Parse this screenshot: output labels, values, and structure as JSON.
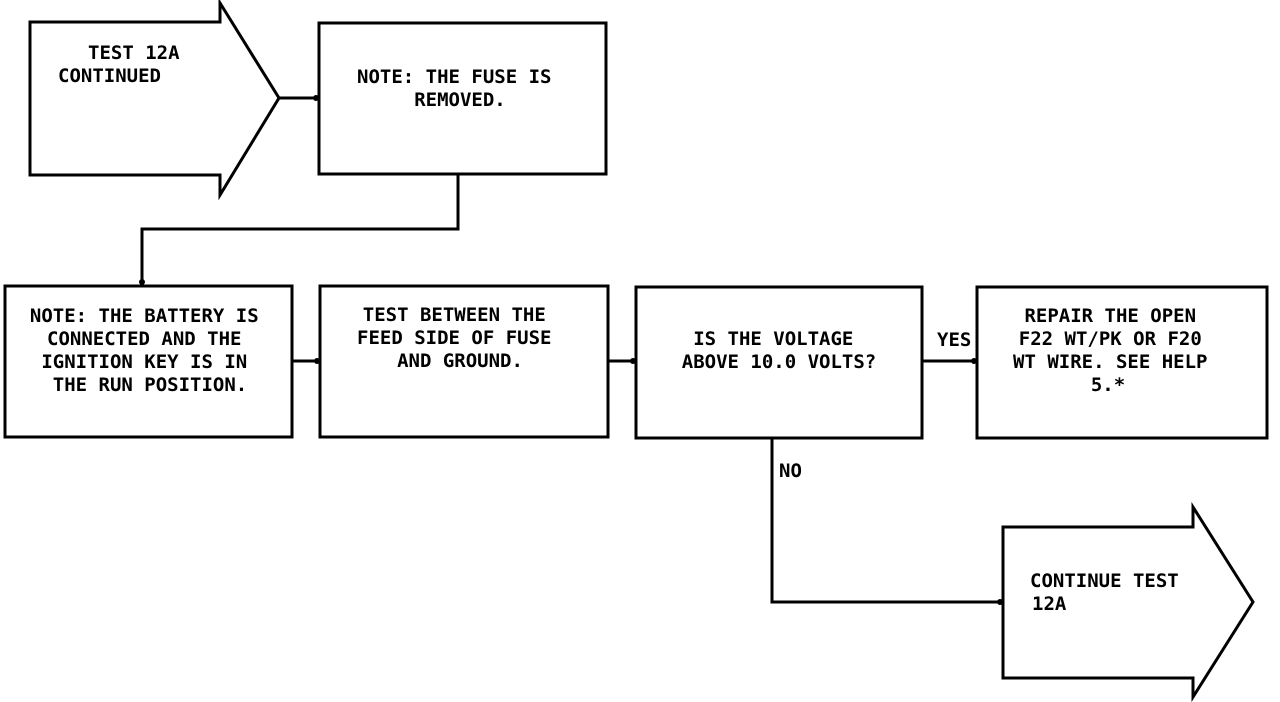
{
  "nodes": {
    "start": {
      "lines": [
        "TEST 12A",
        "CONTINUED"
      ]
    },
    "note_fuse": {
      "lines": [
        "NOTE: THE FUSE IS",
        "REMOVED."
      ]
    },
    "note_battery": {
      "lines": [
        "NOTE: THE BATTERY IS",
        "CONNECTED AND THE",
        "IGNITION KEY IS IN",
        "THE RUN POSITION."
      ]
    },
    "test_feed": {
      "lines": [
        "TEST BETWEEN THE",
        "FEED SIDE OF FUSE",
        "AND GROUND."
      ]
    },
    "question": {
      "lines": [
        "IS THE VOLTAGE",
        "ABOVE 10.0 VOLTS?"
      ]
    },
    "repair": {
      "lines": [
        "REPAIR THE OPEN",
        "F22 WT/PK OR F20",
        "WT WIRE. SEE HELP",
        "5.*"
      ]
    },
    "continue": {
      "lines": [
        "CONTINUE TEST",
        "12A"
      ]
    }
  },
  "edges": {
    "yes_label": "YES",
    "no_label": "NO"
  }
}
